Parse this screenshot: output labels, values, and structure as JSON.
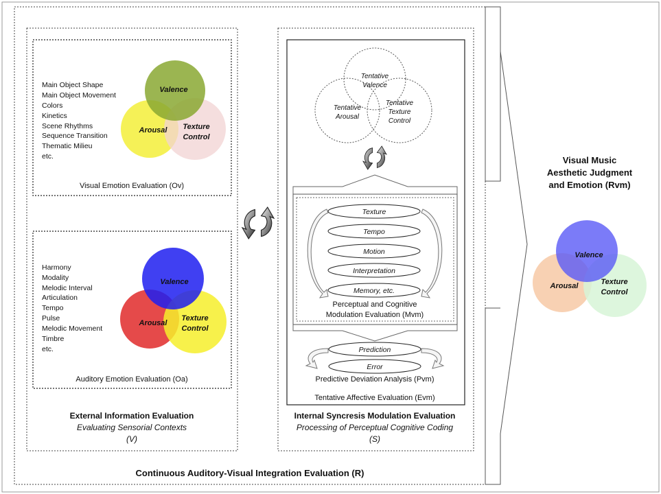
{
  "colors": {
    "ov_valence": "#8aa832",
    "ov_arousal": "#f3ee3a",
    "ov_texture": "#f2d3d3",
    "oa_valence": "#1f1ff0",
    "oa_arousal": "#e02a2a",
    "oa_texture": "#f6ef2c",
    "rvm_valence": "#5a5af6",
    "rvm_arousal": "#f7c9a6",
    "rvm_texture": "#d7f5d7"
  },
  "icons": [
    "cycle-arrows-icon"
  ],
  "outer": {
    "title": "Continuous Auditory-Visual Integration Evaluation (R)"
  },
  "external": {
    "title": "External Information Evaluation",
    "subtitle": "Evaluating Sensorial Contexts",
    "symbol": "(V)",
    "visual": {
      "items": [
        "Main Object Shape",
        "Main Object Movement",
        "Colors",
        "Kinetics",
        "Scene Rhythms",
        "Sequence Transition",
        "Thematic Milieu",
        "etc."
      ],
      "valence": "Valence",
      "arousal": "Arousal",
      "texture_1": "Texture",
      "texture_2": "Control",
      "caption": "Visual Emotion Evaluation (Ov)"
    },
    "auditory": {
      "items": [
        "Harmony",
        "Modality",
        "Melodic Interval",
        "Articulation",
        "Tempo",
        "Pulse",
        "Melodic Movement",
        "Timbre",
        "etc."
      ],
      "valence": "Valence",
      "arousal": "Arousal",
      "texture_1": "Texture",
      "texture_2": "Control",
      "caption": "Auditory Emotion Evaluation (Oa)"
    }
  },
  "internal": {
    "title": "Internal Syncresis Modulation Evaluation",
    "subtitle": "Processing of Perceptual Cognitive Coding",
    "symbol": "(S)",
    "tentative": {
      "valence_1": "Tentative",
      "valence_2": "Valence",
      "arousal_1": "Tentative",
      "arousal_2": "Arousal",
      "texture_1": "Tentative",
      "texture_2": "Texture",
      "texture_3": "Control"
    },
    "modulation": {
      "ovals": [
        "Texture",
        "Tempo",
        "Motion",
        "Interpretation",
        "Memory, etc."
      ],
      "caption_1": "Perceptual and Cognitive",
      "caption_2": "Modulation Evaluation (Mvm)"
    },
    "predictive": {
      "ovals": [
        "Prediction",
        "Error"
      ],
      "caption": "Predictive Deviation Analysis (Pvm)"
    },
    "affective_caption": "Tentative Affective Evaluation (Evm)"
  },
  "result": {
    "title_1": "Visual Music",
    "title_2": "Aesthetic Judgment",
    "title_3": "and Emotion (Rvm)",
    "valence": "Valence",
    "arousal": "Arousal",
    "texture_1": "Texture",
    "texture_2": "Control"
  }
}
